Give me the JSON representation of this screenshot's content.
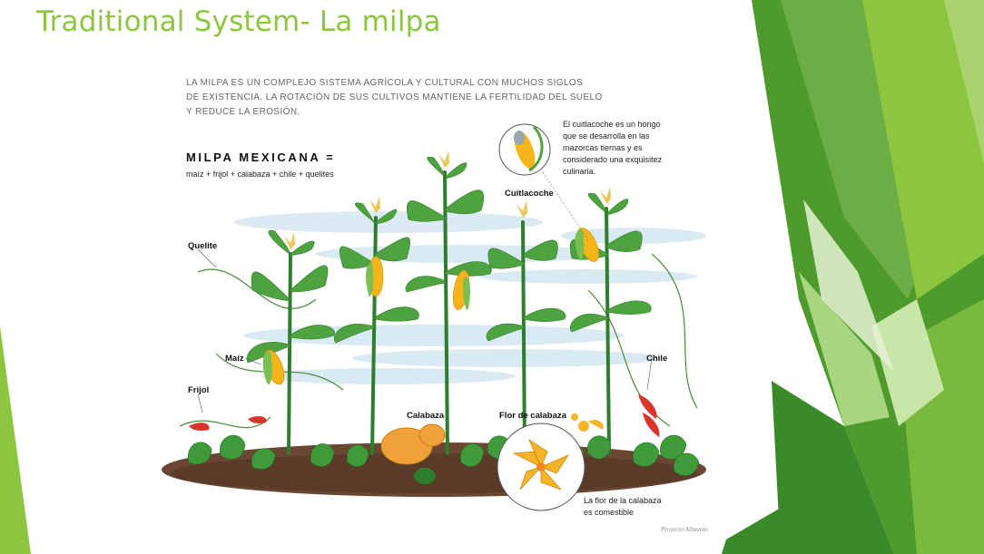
{
  "slide": {
    "title": "Traditional System- La milpa"
  },
  "infographic": {
    "intro_lines": [
      "LA MILPA ES UN COMPLEJO SISTEMA AGRÍCOLA Y CULTURAL CON MUCHOS SIGLOS",
      "DE EXISTENCIA. LA ROTACIÓN DE SUS CULTIVOS MANTIENE LA FERTILIDAD DEL SUELO",
      "Y REDUCE LA EROSIÓN."
    ],
    "heading": "MILPA MEXICANA =",
    "formula": "maíz + frijol + calabaza + chile + quelites",
    "labels": {
      "quelite": "Quelite",
      "maiz": "Maíz",
      "frijol": "Frijol",
      "calabaza": "Calabaza",
      "flor_de_calabaza": "Flor de calabaza",
      "cuitlacoche": "Cuitlacoche",
      "chile": "Chile"
    },
    "cuitlacoche_note": [
      "El cuitlacoche es un hongo",
      "que se desarrolla en las",
      "mazorcas tiernas y es",
      "considerado una exquisitez",
      "culinaria."
    ],
    "flor_note": [
      "La flor de la calabaza",
      "es comestible"
    ],
    "credit": "Proyecto Alimento"
  },
  "colors": {
    "title_green": "#8cc63f",
    "leaf_green": "#3f9a3a",
    "corn_yellow": "#f4b41a",
    "squash_orange": "#f0a23a",
    "soil_brown": "#5a3a28",
    "sky_blue": "#cfe3ef"
  }
}
